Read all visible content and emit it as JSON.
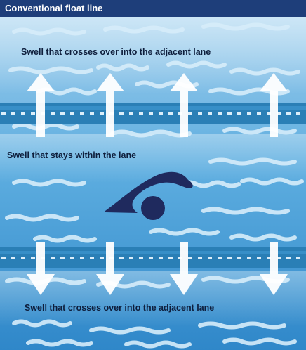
{
  "header": {
    "title": "Conventional float line"
  },
  "labels": {
    "top_swell": "Swell that crosses over into the adjacent lane",
    "middle_swell": "Swell that stays within the lane",
    "bottom_swell": "Swell that crosses over into the adjacent lane"
  },
  "colors": {
    "header_bg": "#1e3e7a",
    "water_top": "#c3dff1",
    "water_mid": "#4ea3d9",
    "water_bottom": "#2f87c9",
    "wave": "#d6ecfa",
    "float_line": "#2a7fb6",
    "float_dash": "#dbeefa",
    "arrow": "#ffffff",
    "swimmer": "#1f2a5e"
  },
  "icons": {
    "swimmer": "swimmer-icon",
    "arrow_up": "arrow-up-icon",
    "arrow_down": "arrow-down-icon",
    "float_line": "float-line-icon"
  }
}
